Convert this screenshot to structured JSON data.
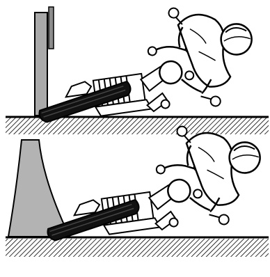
{
  "figure": {
    "panels": [
      {
        "id": "top",
        "ground": "hatched",
        "obstacle": "vertical-wall-post",
        "obstacle_color": "#a9a9a9",
        "rider_pose": "leaning-over-bike"
      },
      {
        "id": "bottom",
        "ground": "hatched",
        "obstacle": "sloped-wedge-stand",
        "obstacle_color": "#b3b3b3",
        "rider_pose": "leaning-over-bike"
      }
    ],
    "line_color": "#000000",
    "background": "#ffffff"
  }
}
